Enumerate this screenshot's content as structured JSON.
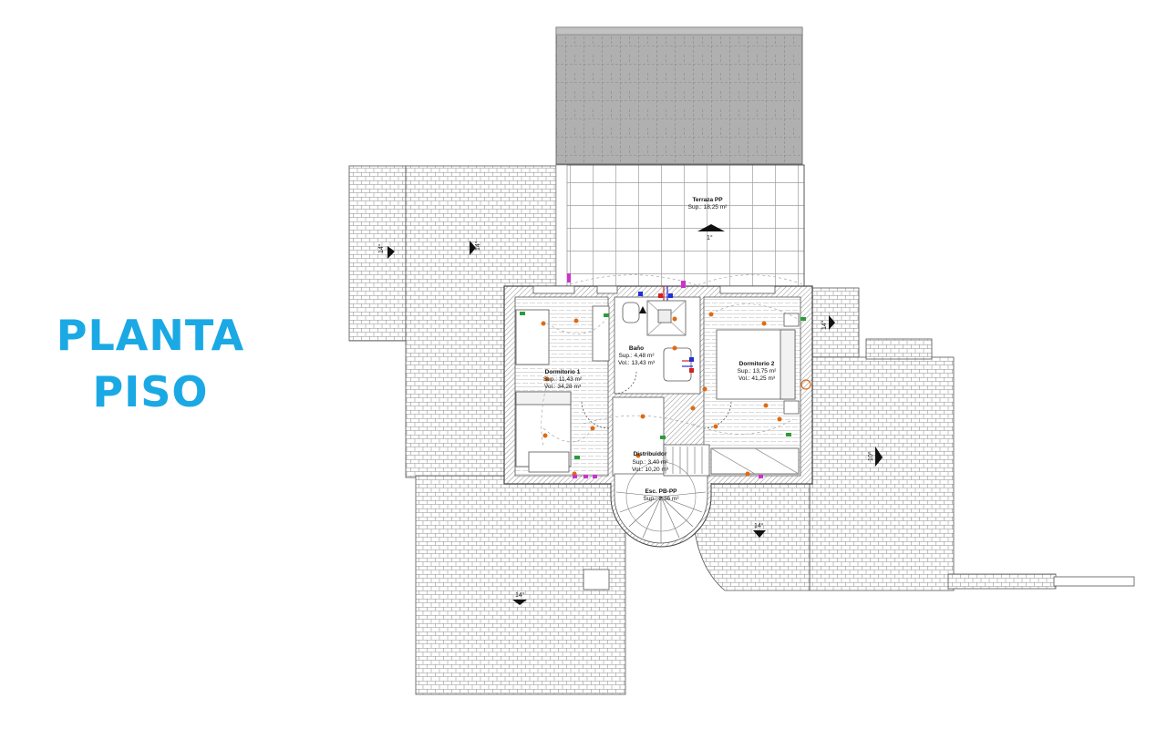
{
  "title": {
    "line1": "PLANTA",
    "line2": "PISO",
    "color": "#1aa9e4"
  },
  "rooms": [
    {
      "id": "terraza",
      "name": "Terraza PP",
      "area": "Sup.: 18,25 m²",
      "volume": ""
    },
    {
      "id": "bano",
      "name": "Baño",
      "area": "Sup.: 4,48 m²",
      "volume": "Vol.: 13,43 m³"
    },
    {
      "id": "dorm1",
      "name": "Dormitorio 1",
      "area": "Sup.: 11,43 m²",
      "volume": "Vol.: 34,28 m³"
    },
    {
      "id": "dorm2",
      "name": "Dormitorio 2",
      "area": "Sup.: 13,75 m²",
      "volume": "Vol.: 41,25 m³"
    },
    {
      "id": "distribuidor",
      "name": "Distribuidor",
      "area": "Sup.: 3,40 m²",
      "volume": "Vol.: 10,20 m³"
    },
    {
      "id": "escalera",
      "name": "Esc. PB-PP",
      "area": "Sup.: 2,36 m²",
      "volume": ""
    }
  ],
  "slopes": [
    {
      "id": "slope-terrace",
      "label": "1°"
    },
    {
      "id": "slope-left-far",
      "label": "14°"
    },
    {
      "id": "slope-left",
      "label": "14°"
    },
    {
      "id": "slope-right-top",
      "label": "14°"
    },
    {
      "id": "slope-right",
      "label": "10°"
    },
    {
      "id": "slope-bottom-right",
      "label": "14°"
    },
    {
      "id": "slope-bottom-left",
      "label": "14°"
    }
  ],
  "colors": {
    "line": "#555555",
    "roof_fill": "#ffffff",
    "roof_dark": "#b4b4b4",
    "wall": "#666666",
    "floor_hatch": "#999999",
    "electric": "#e06a10",
    "water_hot": "#d42020",
    "water_cold": "#2030d8",
    "outlet_green": "#2a9d3a",
    "outlet_magenta": "#cc33cc"
  }
}
